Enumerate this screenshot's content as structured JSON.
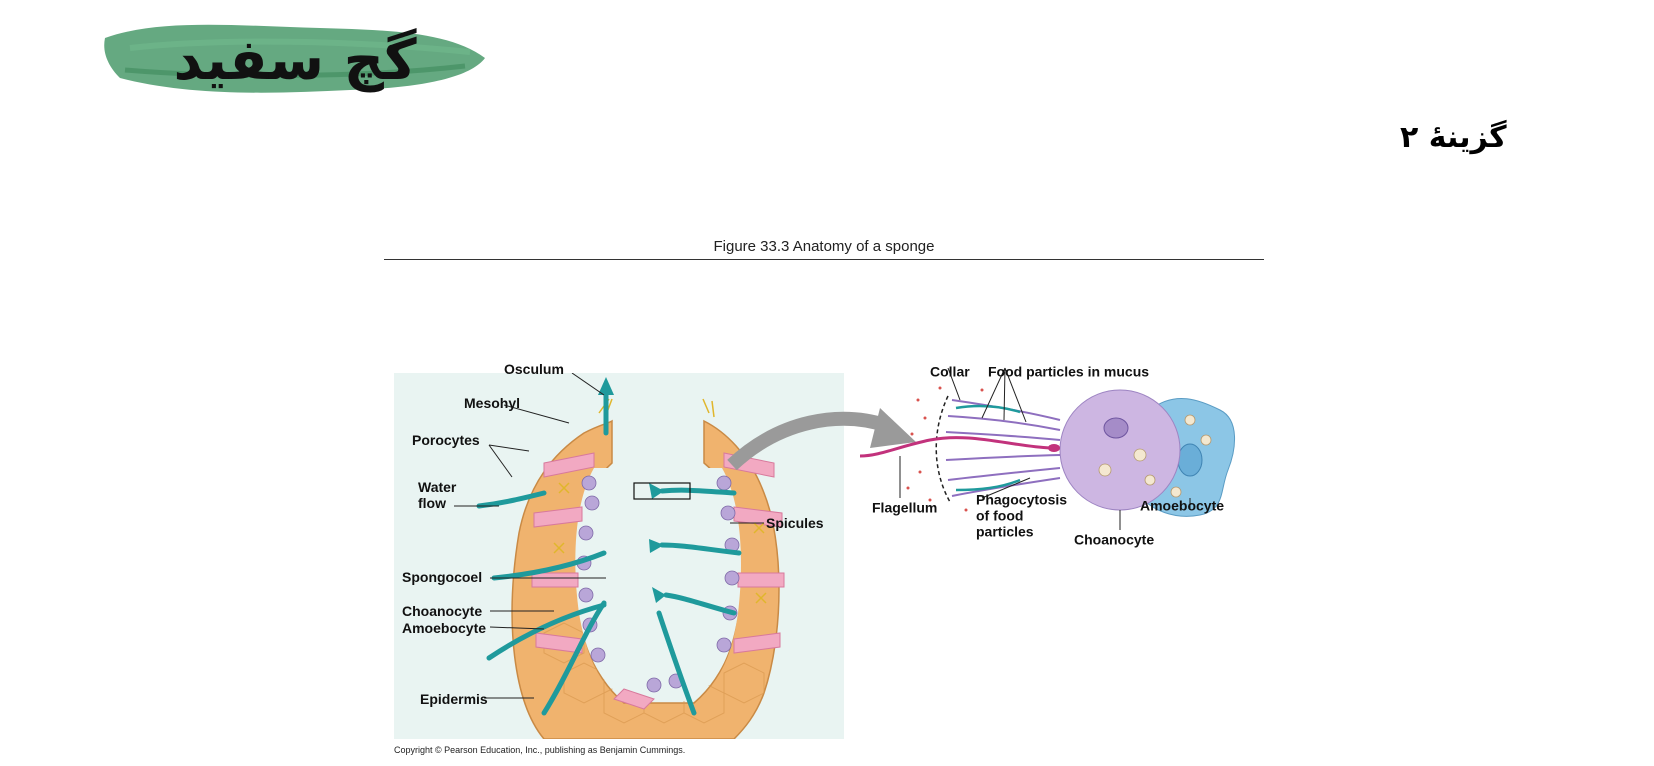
{
  "logo": {
    "text": "گچ سفید",
    "brush_color": "#4a9a6b"
  },
  "answer": {
    "text": "گزینهٔ ۲"
  },
  "figure": {
    "title": "Figure 33.3  Anatomy of a sponge",
    "copyright": "Copyright © Pearson Education, Inc., publishing as Benjamin Cummings."
  },
  "sponge_labels": {
    "osculum": "Osculum",
    "mesohyl": "Mesohyl",
    "porocytes": "Porocytes",
    "water_flow_1": "Water",
    "water_flow_2": "flow",
    "spicules": "Spicules",
    "spongocoel": "Spongocoel",
    "choanocyte": "Choanocyte",
    "amoebocyte": "Amoebocyte",
    "epidermis": "Epidermis"
  },
  "cell_labels": {
    "collar": "Collar",
    "food_particles": "Food particles in mucus",
    "flagellum": "Flagellum",
    "phago_1": "Phagocytosis",
    "phago_2": "of food",
    "phago_3": "particles",
    "choanocyte": "Choanocyte",
    "amoebocyte": "Amoebocyte"
  },
  "colors": {
    "panel_bg": "#e9f4f2",
    "body_orange": "#f0b36e",
    "flow_arrow": "#1f9a9c",
    "choanocyte_purple": "#b9a6d8",
    "amoebocyte_blue": "#8cc6e6"
  }
}
